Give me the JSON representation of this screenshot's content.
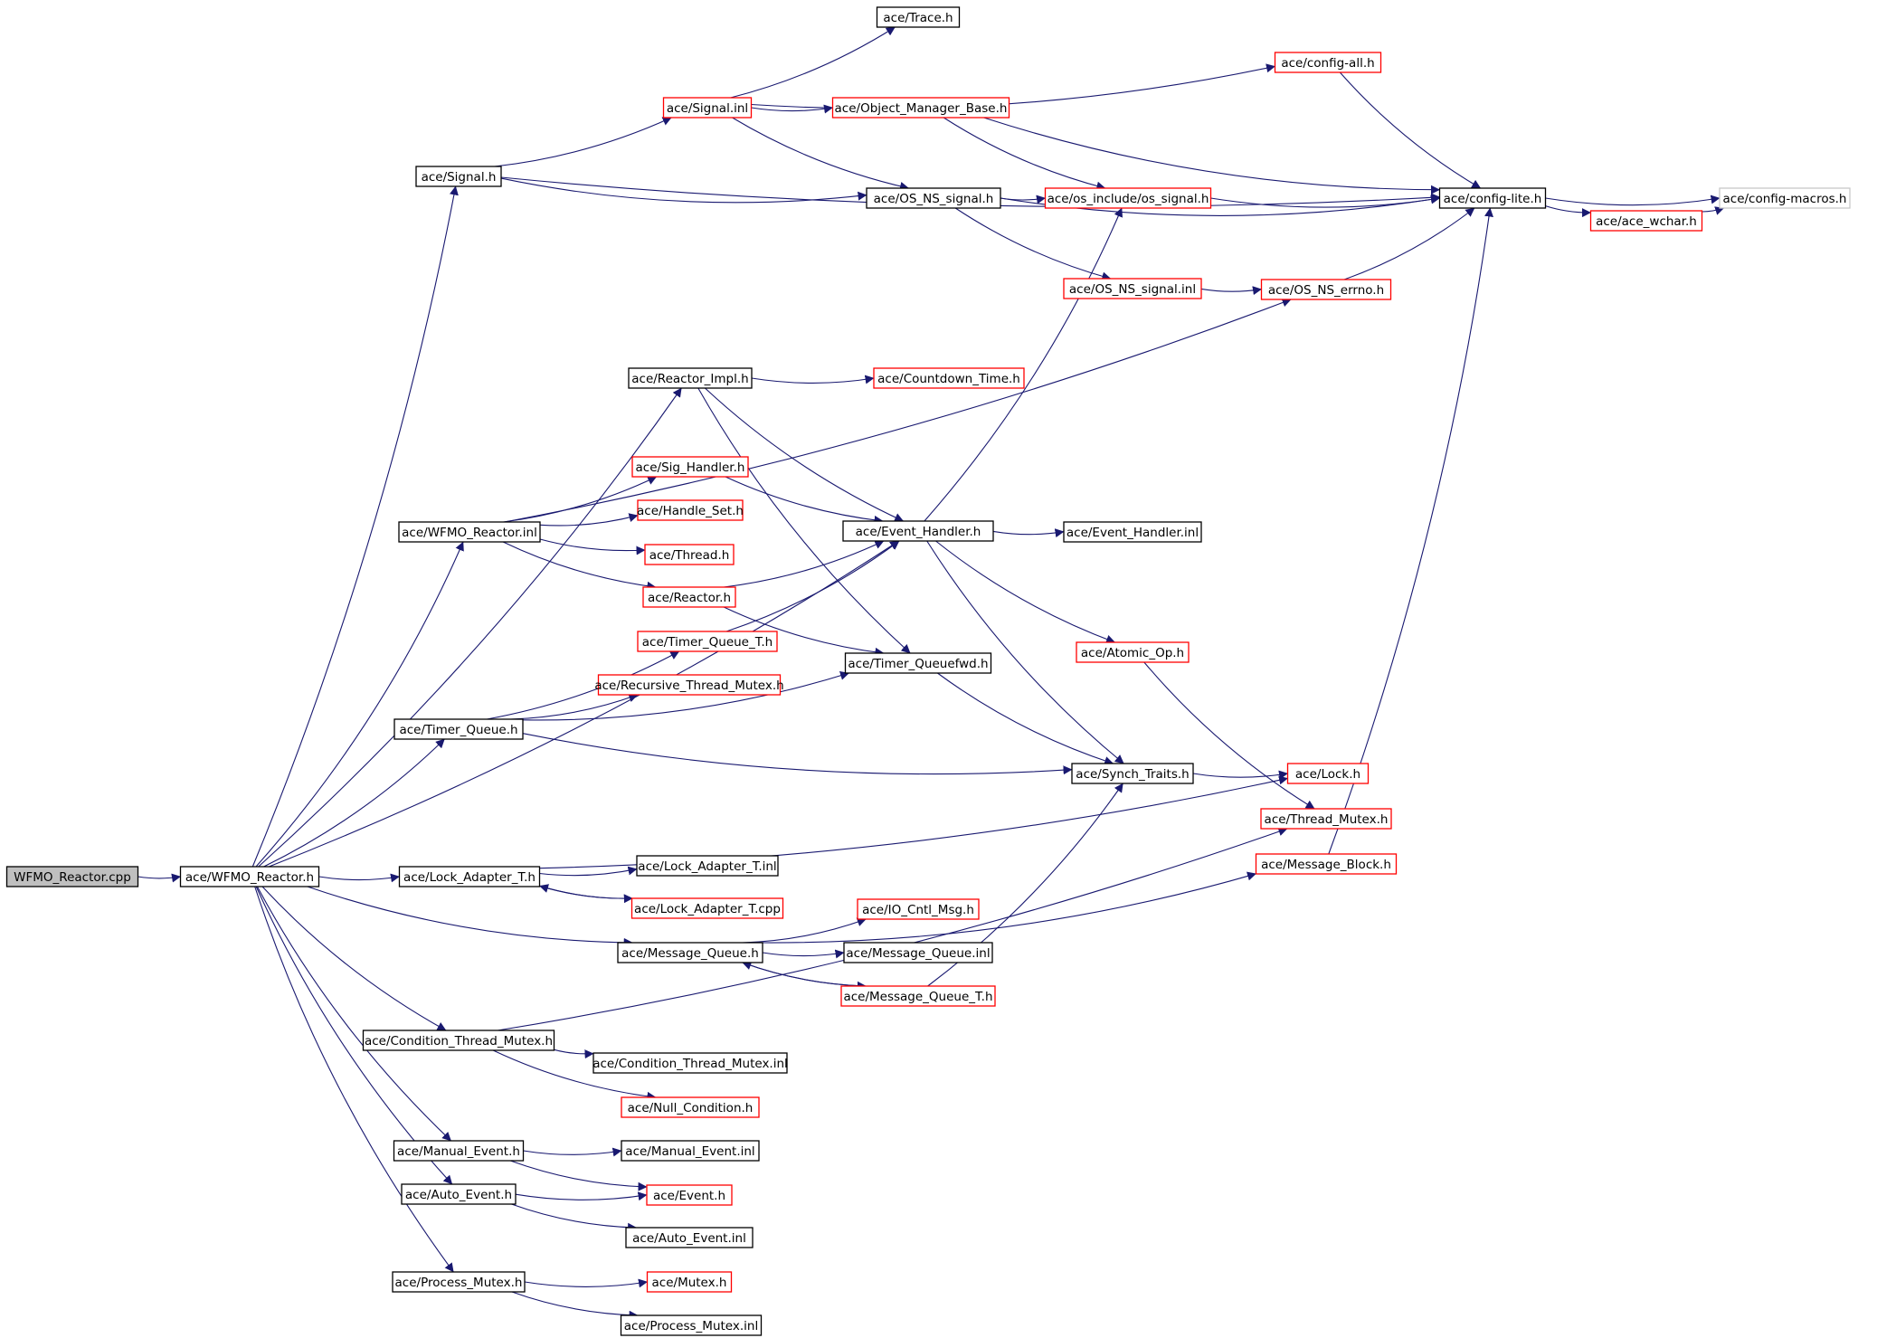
{
  "nodes": [
    {
      "id": "wfmo_cpp",
      "label": "WFMO_Reactor.cpp",
      "style": "root"
    },
    {
      "id": "wfmo_h",
      "label": "ace/WFMO_Reactor.h",
      "style": "black"
    },
    {
      "id": "signal_h",
      "label": "ace/Signal.h",
      "style": "black"
    },
    {
      "id": "signal_inl",
      "label": "ace/Signal.inl",
      "style": "red"
    },
    {
      "id": "trace_h",
      "label": "ace/Trace.h",
      "style": "black"
    },
    {
      "id": "config_all",
      "label": "ace/config-all.h",
      "style": "red"
    },
    {
      "id": "obj_mgr",
      "label": "ace/Object_Manager_Base.h",
      "style": "red"
    },
    {
      "id": "os_ns_signal_h",
      "label": "ace/OS_NS_signal.h",
      "style": "black"
    },
    {
      "id": "os_include_signal",
      "label": "ace/os_include/os_signal.h",
      "style": "red"
    },
    {
      "id": "config_lite",
      "label": "ace/config-lite.h",
      "style": "black"
    },
    {
      "id": "config_macros",
      "label": "ace/config-macros.h",
      "style": "grey"
    },
    {
      "id": "ace_wchar",
      "label": "ace/ace_wchar.h",
      "style": "red"
    },
    {
      "id": "os_ns_signal_inl",
      "label": "ace/OS_NS_signal.inl",
      "style": "red"
    },
    {
      "id": "os_ns_errno",
      "label": "ace/OS_NS_errno.h",
      "style": "red"
    },
    {
      "id": "reactor_impl",
      "label": "ace/Reactor_Impl.h",
      "style": "black"
    },
    {
      "id": "countdown",
      "label": "ace/Countdown_Time.h",
      "style": "red"
    },
    {
      "id": "sig_handler",
      "label": "ace/Sig_Handler.h",
      "style": "red"
    },
    {
      "id": "handle_set",
      "label": "ace/Handle_Set.h",
      "style": "red"
    },
    {
      "id": "wfmo_inl",
      "label": "ace/WFMO_Reactor.inl",
      "style": "black"
    },
    {
      "id": "event_handler_h",
      "label": "ace/Event_Handler.h",
      "style": "black"
    },
    {
      "id": "event_handler_inl",
      "label": "ace/Event_Handler.inl",
      "style": "black"
    },
    {
      "id": "thread_h",
      "label": "ace/Thread.h",
      "style": "red"
    },
    {
      "id": "reactor_h",
      "label": "ace/Reactor.h",
      "style": "red"
    },
    {
      "id": "timer_queue_t",
      "label": "ace/Timer_Queue_T.h",
      "style": "red"
    },
    {
      "id": "timer_queuefwd",
      "label": "ace/Timer_Queuefwd.h",
      "style": "black"
    },
    {
      "id": "atomic_op",
      "label": "ace/Atomic_Op.h",
      "style": "red"
    },
    {
      "id": "rec_mutex",
      "label": "ace/Recursive_Thread_Mutex.h",
      "style": "red"
    },
    {
      "id": "timer_queue_h",
      "label": "ace/Timer_Queue.h",
      "style": "black"
    },
    {
      "id": "synch_traits",
      "label": "ace/Synch_Traits.h",
      "style": "black"
    },
    {
      "id": "lock_h",
      "label": "ace/Lock.h",
      "style": "red"
    },
    {
      "id": "thread_mutex",
      "label": "ace/Thread_Mutex.h",
      "style": "red"
    },
    {
      "id": "lock_adapter_h",
      "label": "ace/Lock_Adapter_T.h",
      "style": "black"
    },
    {
      "id": "lock_adapter_inl",
      "label": "ace/Lock_Adapter_T.inl",
      "style": "black"
    },
    {
      "id": "message_block",
      "label": "ace/Message_Block.h",
      "style": "red"
    },
    {
      "id": "lock_adapter_cpp",
      "label": "ace/Lock_Adapter_T.cpp",
      "style": "red"
    },
    {
      "id": "io_cntl",
      "label": "ace/IO_Cntl_Msg.h",
      "style": "red"
    },
    {
      "id": "message_queue_h",
      "label": "ace/Message_Queue.h",
      "style": "black"
    },
    {
      "id": "message_queue_inl",
      "label": "ace/Message_Queue.inl",
      "style": "black"
    },
    {
      "id": "message_queue_t",
      "label": "ace/Message_Queue_T.h",
      "style": "red"
    },
    {
      "id": "cond_thread_mutex",
      "label": "ace/Condition_Thread_Mutex.h",
      "style": "black"
    },
    {
      "id": "cond_thread_mutex_inl",
      "label": "ace/Condition_Thread_Mutex.inl",
      "style": "black"
    },
    {
      "id": "null_condition",
      "label": "ace/Null_Condition.h",
      "style": "red"
    },
    {
      "id": "manual_event_h",
      "label": "ace/Manual_Event.h",
      "style": "black"
    },
    {
      "id": "manual_event_inl",
      "label": "ace/Manual_Event.inl",
      "style": "black"
    },
    {
      "id": "auto_event_h",
      "label": "ace/Auto_Event.h",
      "style": "black"
    },
    {
      "id": "event_h",
      "label": "ace/Event.h",
      "style": "red"
    },
    {
      "id": "auto_event_inl",
      "label": "ace/Auto_Event.inl",
      "style": "black"
    },
    {
      "id": "process_mutex_h",
      "label": "ace/Process_Mutex.h",
      "style": "black"
    },
    {
      "id": "mutex_h",
      "label": "ace/Mutex.h",
      "style": "red"
    },
    {
      "id": "process_mutex_inl",
      "label": "ace/Process_Mutex.inl",
      "style": "black"
    }
  ],
  "edges": [
    [
      "wfmo_cpp",
      "wfmo_h"
    ],
    [
      "wfmo_h",
      "signal_h"
    ],
    [
      "wfmo_h",
      "reactor_impl"
    ],
    [
      "wfmo_h",
      "event_handler_h"
    ],
    [
      "wfmo_h",
      "wfmo_inl"
    ],
    [
      "wfmo_h",
      "timer_queue_h"
    ],
    [
      "wfmo_h",
      "lock_adapter_h"
    ],
    [
      "wfmo_h",
      "message_queue_h"
    ],
    [
      "wfmo_h",
      "cond_thread_mutex"
    ],
    [
      "wfmo_h",
      "manual_event_h"
    ],
    [
      "wfmo_h",
      "auto_event_h"
    ],
    [
      "wfmo_h",
      "process_mutex_h"
    ],
    [
      "signal_h",
      "signal_inl"
    ],
    [
      "signal_h",
      "os_ns_signal_h"
    ],
    [
      "signal_h",
      "config_lite"
    ],
    [
      "signal_inl",
      "trace_h"
    ],
    [
      "signal_inl",
      "config_all"
    ],
    [
      "signal_inl",
      "obj_mgr"
    ],
    [
      "signal_inl",
      "os_ns_signal_h"
    ],
    [
      "config_all",
      "config_lite"
    ],
    [
      "obj_mgr",
      "os_include_signal"
    ],
    [
      "obj_mgr",
      "config_lite"
    ],
    [
      "os_ns_signal_h",
      "os_include_signal"
    ],
    [
      "os_ns_signal_h",
      "config_lite"
    ],
    [
      "os_ns_signal_h",
      "os_ns_signal_inl"
    ],
    [
      "os_include_signal",
      "config_lite"
    ],
    [
      "config_lite",
      "config_macros"
    ],
    [
      "config_lite",
      "ace_wchar"
    ],
    [
      "ace_wchar",
      "config_macros"
    ],
    [
      "os_ns_signal_inl",
      "os_ns_errno"
    ],
    [
      "os_ns_errno",
      "config_lite"
    ],
    [
      "reactor_impl",
      "countdown"
    ],
    [
      "reactor_impl",
      "event_handler_h"
    ],
    [
      "reactor_impl",
      "timer_queuefwd"
    ],
    [
      "wfmo_inl",
      "os_ns_errno"
    ],
    [
      "wfmo_inl",
      "sig_handler"
    ],
    [
      "wfmo_inl",
      "handle_set"
    ],
    [
      "wfmo_inl",
      "thread_h"
    ],
    [
      "wfmo_inl",
      "reactor_h"
    ],
    [
      "sig_handler",
      "event_handler_h"
    ],
    [
      "reactor_h",
      "event_handler_h"
    ],
    [
      "reactor_h",
      "timer_queuefwd"
    ],
    [
      "event_handler_h",
      "event_handler_inl"
    ],
    [
      "event_handler_h",
      "os_include_signal"
    ],
    [
      "event_handler_h",
      "atomic_op"
    ],
    [
      "event_handler_h",
      "synch_traits"
    ],
    [
      "timer_queue_t",
      "event_handler_h"
    ],
    [
      "timer_queue_h",
      "timer_queue_t"
    ],
    [
      "timer_queue_h",
      "rec_mutex"
    ],
    [
      "timer_queue_h",
      "timer_queuefwd"
    ],
    [
      "timer_queue_h",
      "synch_traits"
    ],
    [
      "timer_queuefwd",
      "synch_traits"
    ],
    [
      "atomic_op",
      "thread_mutex"
    ],
    [
      "synch_traits",
      "lock_h"
    ],
    [
      "lock_adapter_h",
      "lock_h"
    ],
    [
      "lock_adapter_h",
      "lock_adapter_inl"
    ],
    [
      "lock_adapter_h",
      "lock_adapter_cpp"
    ],
    [
      "lock_adapter_cpp",
      "lock_adapter_h"
    ],
    [
      "message_queue_h",
      "message_block"
    ],
    [
      "message_queue_h",
      "io_cntl"
    ],
    [
      "message_queue_h",
      "message_queue_inl"
    ],
    [
      "message_queue_h",
      "message_queue_t"
    ],
    [
      "message_queue_t",
      "message_queue_h"
    ],
    [
      "message_queue_t",
      "synch_traits"
    ],
    [
      "message_block",
      "config_lite"
    ],
    [
      "cond_thread_mutex",
      "thread_mutex"
    ],
    [
      "cond_thread_mutex",
      "cond_thread_mutex_inl"
    ],
    [
      "cond_thread_mutex",
      "null_condition"
    ],
    [
      "manual_event_h",
      "manual_event_inl"
    ],
    [
      "manual_event_h",
      "event_h"
    ],
    [
      "auto_event_h",
      "event_h"
    ],
    [
      "auto_event_h",
      "auto_event_inl"
    ],
    [
      "process_mutex_h",
      "mutex_h"
    ],
    [
      "process_mutex_h",
      "process_mutex_inl"
    ]
  ]
}
